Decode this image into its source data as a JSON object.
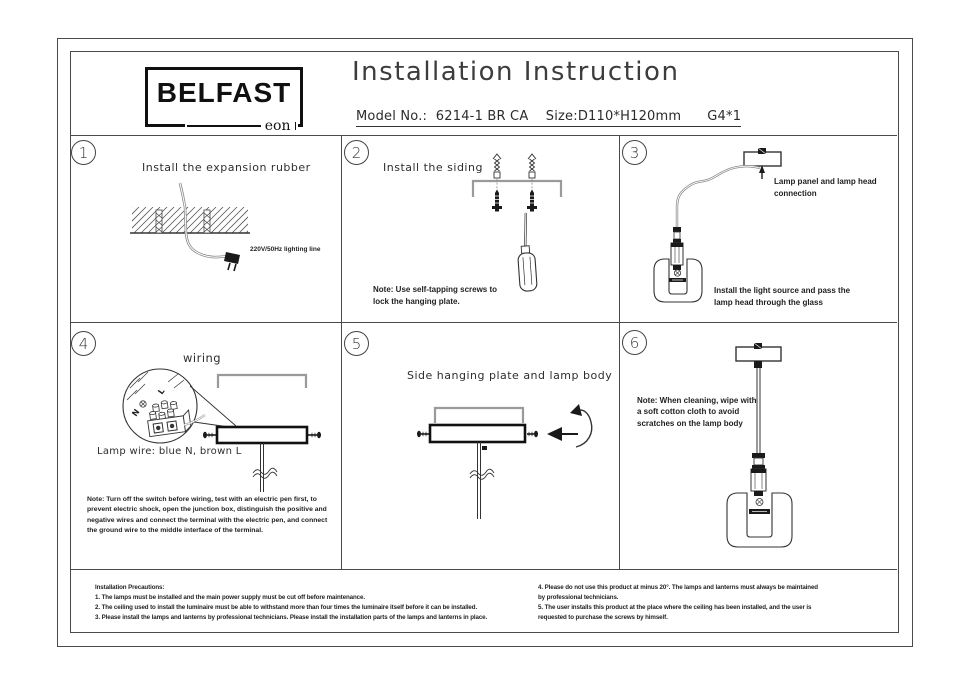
{
  "header": {
    "logo_text": "BELFAST",
    "logo_sub": "eon",
    "title": "Installation Instruction",
    "model_line": "Model No.:  6214-1 BR CA    Size:D110*H120mm      G4*1"
  },
  "panels": {
    "p1": {
      "num": "1",
      "title": "Install the expansion rubber",
      "wire_label": "220V/50Hz lighting line"
    },
    "p2": {
      "num": "2",
      "title": "Install the siding",
      "note_lines": [
        "Note: Use self-tapping screws to",
        "lock the hanging plate."
      ]
    },
    "p3": {
      "num": "3",
      "label1_lines": [
        "Lamp panel and lamp head",
        "connection"
      ],
      "label2_lines": [
        "Install the light source and pass the",
        "lamp head through the glass"
      ]
    },
    "p4": {
      "num": "4",
      "title": "wiring",
      "terminal_n": "N",
      "terminal_l": "L",
      "wire_label": "Lamp wire: blue N, brown L",
      "note_lines": [
        "Note: Turn off the switch before wiring, test with an electric pen first, to",
        "prevent electric shock, open the junction box, distinguish the positive and",
        "negative wires and connect the terminal with the electric pen, and connect",
        "the ground wire to the middle interface of the terminal."
      ]
    },
    "p5": {
      "num": "5",
      "title": "Side hanging plate and lamp body"
    },
    "p6": {
      "num": "6",
      "note_lines": [
        "Note: When cleaning, wipe with",
        "a soft cotton cloth to avoid",
        "scratches on the lamp body"
      ]
    }
  },
  "footer": {
    "left_lines": [
      "Installation Precautions:",
      "1. The lamps must be installed and the main power supply must be cut off before maintenance.",
      "2. The ceiling used to install the luminaire must be able to withstand more than four times the luminaire itself before it can be installed.",
      "3. Please install the lamps and lanterns by professional technicians. Please install the installation parts of the lamps and lanterns in place."
    ],
    "right_lines": [
      "4. Please do not use this product at minus 20°. The lamps and lanterns must always be maintained",
      "by professional technicians.",
      "5. The user installs this product at the place where the ceiling has been installed, and the user is",
      "requested to purchase the screws by himself."
    ]
  },
  "icons": {
    "expansion-anchor": "cross-hatched wall plug",
    "self-tapping-screw": "black screw head-down",
    "screwdriver": "flat screwdriver",
    "power-plug": "two-prong plug",
    "ceiling-plate": "rectangular canopy plate",
    "terminal-block": "3-way terminal block in magnifier",
    "rotation-arrow": "clockwise rotation arrow",
    "glass-shade": "rounded glass with center slot"
  },
  "colors": {
    "line": "#3a3a3a",
    "gray_line": "#9a9a9a",
    "ink": "#1a1a1a"
  }
}
